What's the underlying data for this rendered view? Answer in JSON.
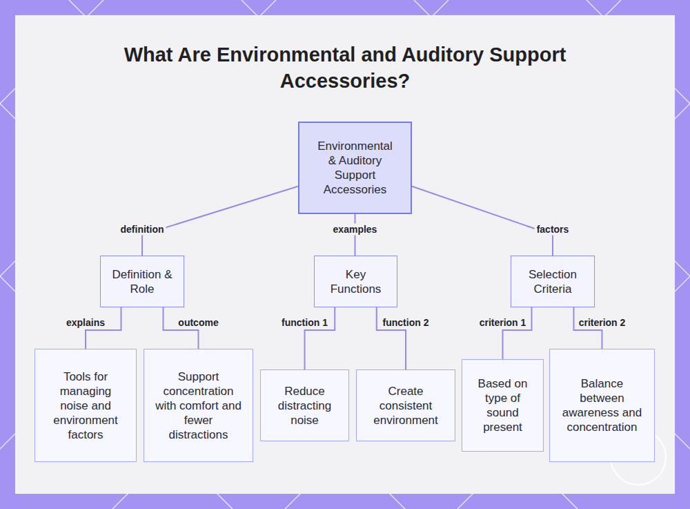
{
  "diagram": {
    "title": "What Are Environmental and Auditory Support Accessories?",
    "nodes": [
      {
        "text": [
          "Environmental & Auditory Support Accessories"
        ]
      },
      {
        "text": [
          "Definition & Role"
        ]
      },
      {
        "text": [
          "Key Functions"
        ]
      },
      {
        "text": [
          "Selection Criteria"
        ]
      },
      {
        "text": [
          "Tools for managing noise and environment factors"
        ]
      },
      {
        "text": [
          "Support concentration with comfort and fewer distractions"
        ]
      },
      {
        "text": [
          "Reduce distracting noise"
        ]
      },
      {
        "text": [
          "Create consistent environment"
        ]
      },
      {
        "text": [
          "Based on type of sound present"
        ]
      },
      {
        "text": [
          "Balance between awareness and concentration"
        ]
      }
    ],
    "edges": [
      {
        "from": 0,
        "to": 1,
        "label": "definition",
        "arrow": "none"
      },
      {
        "from": 0,
        "to": 2,
        "label": "examples",
        "arrow": "none"
      },
      {
        "from": 0,
        "to": 3,
        "label": "factors",
        "arrow": "none"
      },
      {
        "from": 1,
        "to": 4,
        "label": "explains",
        "arrow": "none"
      },
      {
        "from": 1,
        "to": 5,
        "label": "outcome",
        "arrow": "none"
      },
      {
        "from": 2,
        "to": 6,
        "label": "function 1",
        "arrow": "none"
      },
      {
        "from": 2,
        "to": 7,
        "label": "function 2",
        "arrow": "none"
      },
      {
        "from": 3,
        "to": 8,
        "label": "criterion 1",
        "arrow": "none"
      },
      {
        "from": 3,
        "to": 9,
        "label": "criterion 2",
        "arrow": "none"
      }
    ]
  }
}
